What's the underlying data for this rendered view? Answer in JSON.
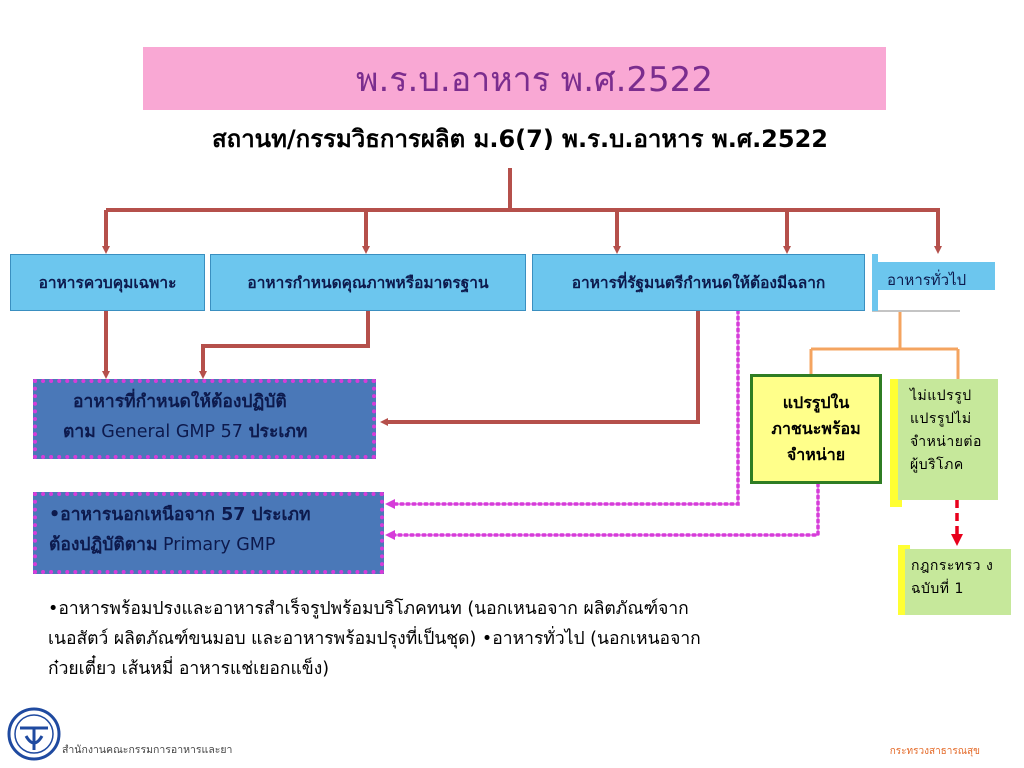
{
  "title": "พ.ร.บ.อาหาร พ.ศ.2522",
  "subtitle": "สถานท/กรรมวิธการผลิต ม.6(7) พ.ร.บ.อาหาร พ.ศ.2522",
  "categories": {
    "controlled": "อาหารควบคุมเฉพาะ",
    "quality": "อาหารกำหนดคุณภาพหรือมาตรฐาน",
    "labeled": "อาหารที่รัฐมนตรีกำหนดให้ต้องมีฉลาก",
    "general": "อาหารทั่วไป"
  },
  "gmp57": {
    "line1": "อาหารที่กำหนดให้ต้องปฏิบัติ",
    "line2_prefix": "ตาม",
    "line2_gmp": " General GMP  57 ",
    "line2_suffix": "ประเภท"
  },
  "primary": {
    "line1": "•อาหารนอกเหนือจาก 57 ประเภท",
    "line2_prefix": "ต้องปฏิบัติตาม",
    "line2_gmp": " Primary GMP"
  },
  "processed_box": {
    "line1": "แปรรูปใน",
    "line2": "ภาชนะพร้อม",
    "line3": "จำหน่าย"
  },
  "unprocessed_box": {
    "line1": "ไม่แปรรูป",
    "line2": "แปรรูปไม่",
    "line3": "จำหน่ายต่อ",
    "line4": "ผู้บริโภค"
  },
  "regulation_box": {
    "line1": "กฎกระทรว ง",
    "line2": "ฉบับที่ 1"
  },
  "note": {
    "line1": "•อาหารพร้อมปรงและอาหารสำเร็จรูปพร้อมบริโภคทนท (นอกเหนอจาก ผลิตภัณฑ์จาก",
    "line2": "เนอสัตว์ ผลิตภัณฑ์ขนมอบ และอาหารพร้อมปรุงที่เป็นชุด) •อาหารทั่วไป (นอกเหนอจาก",
    "line3": "ก๋วยเตี๋ยว เส้นหมี่ อาหารแช่เยอกแข็ง)"
  },
  "footer": {
    "left": "สำนักงานคณะกรรมการอาหารและยา",
    "right": "กระทรวงสาธารณสุข"
  },
  "colors": {
    "title_bg": "#f9a8d4",
    "title_text": "#7b2d8e",
    "connector": "#b5504b",
    "category_bg": "#6cc6ee",
    "gmp_box_bg": "#4a78b8",
    "dotted": "#d63cd9",
    "orange_line": "#f4a460",
    "yellow_box": "#ffff8a",
    "green_box": "#c6e89b",
    "red_arrow": "#e8001c"
  }
}
